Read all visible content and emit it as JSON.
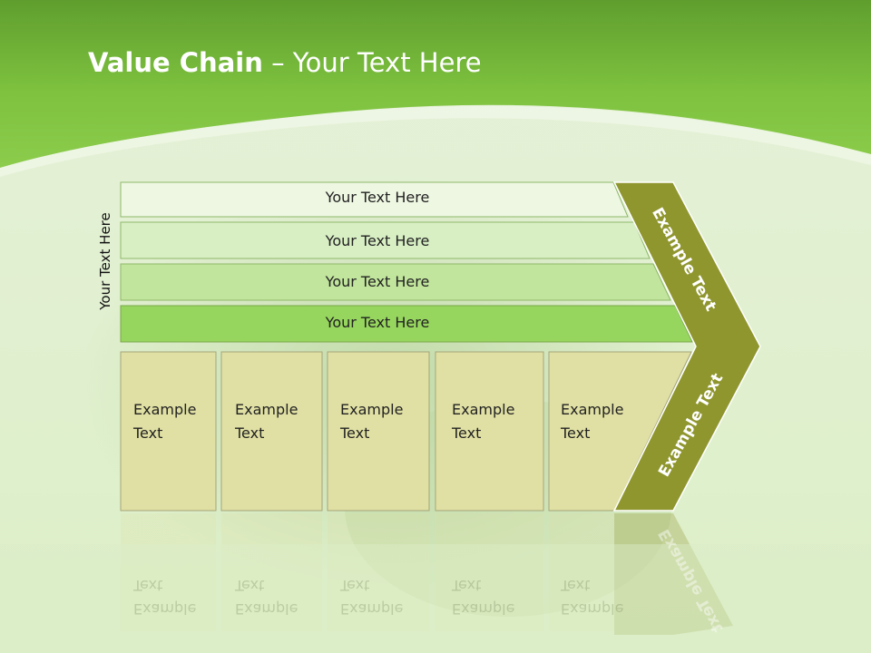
{
  "slide": {
    "title_bold": "Value Chain",
    "title_rest": " – Your Text Here",
    "side_label": "Your Text Here",
    "rows": [
      "Your Text Here",
      "Your Text Here",
      "Your Text Here",
      "Your Text Here"
    ],
    "boxes": [
      "Example\nText",
      "Example\nText",
      "Example\nText",
      "Example\nText",
      "Example\nText"
    ],
    "chevron_top": "Example Text",
    "chevron_bottom": "Example Text"
  },
  "colors": {
    "header_green": "#7cc142",
    "row_1": "#eef7e2",
    "row_2": "#d8efc4",
    "row_3": "#c1e59c",
    "row_4": "#97d65e",
    "box_fill": "#e0e0a4",
    "chevron": "#8f962e"
  }
}
